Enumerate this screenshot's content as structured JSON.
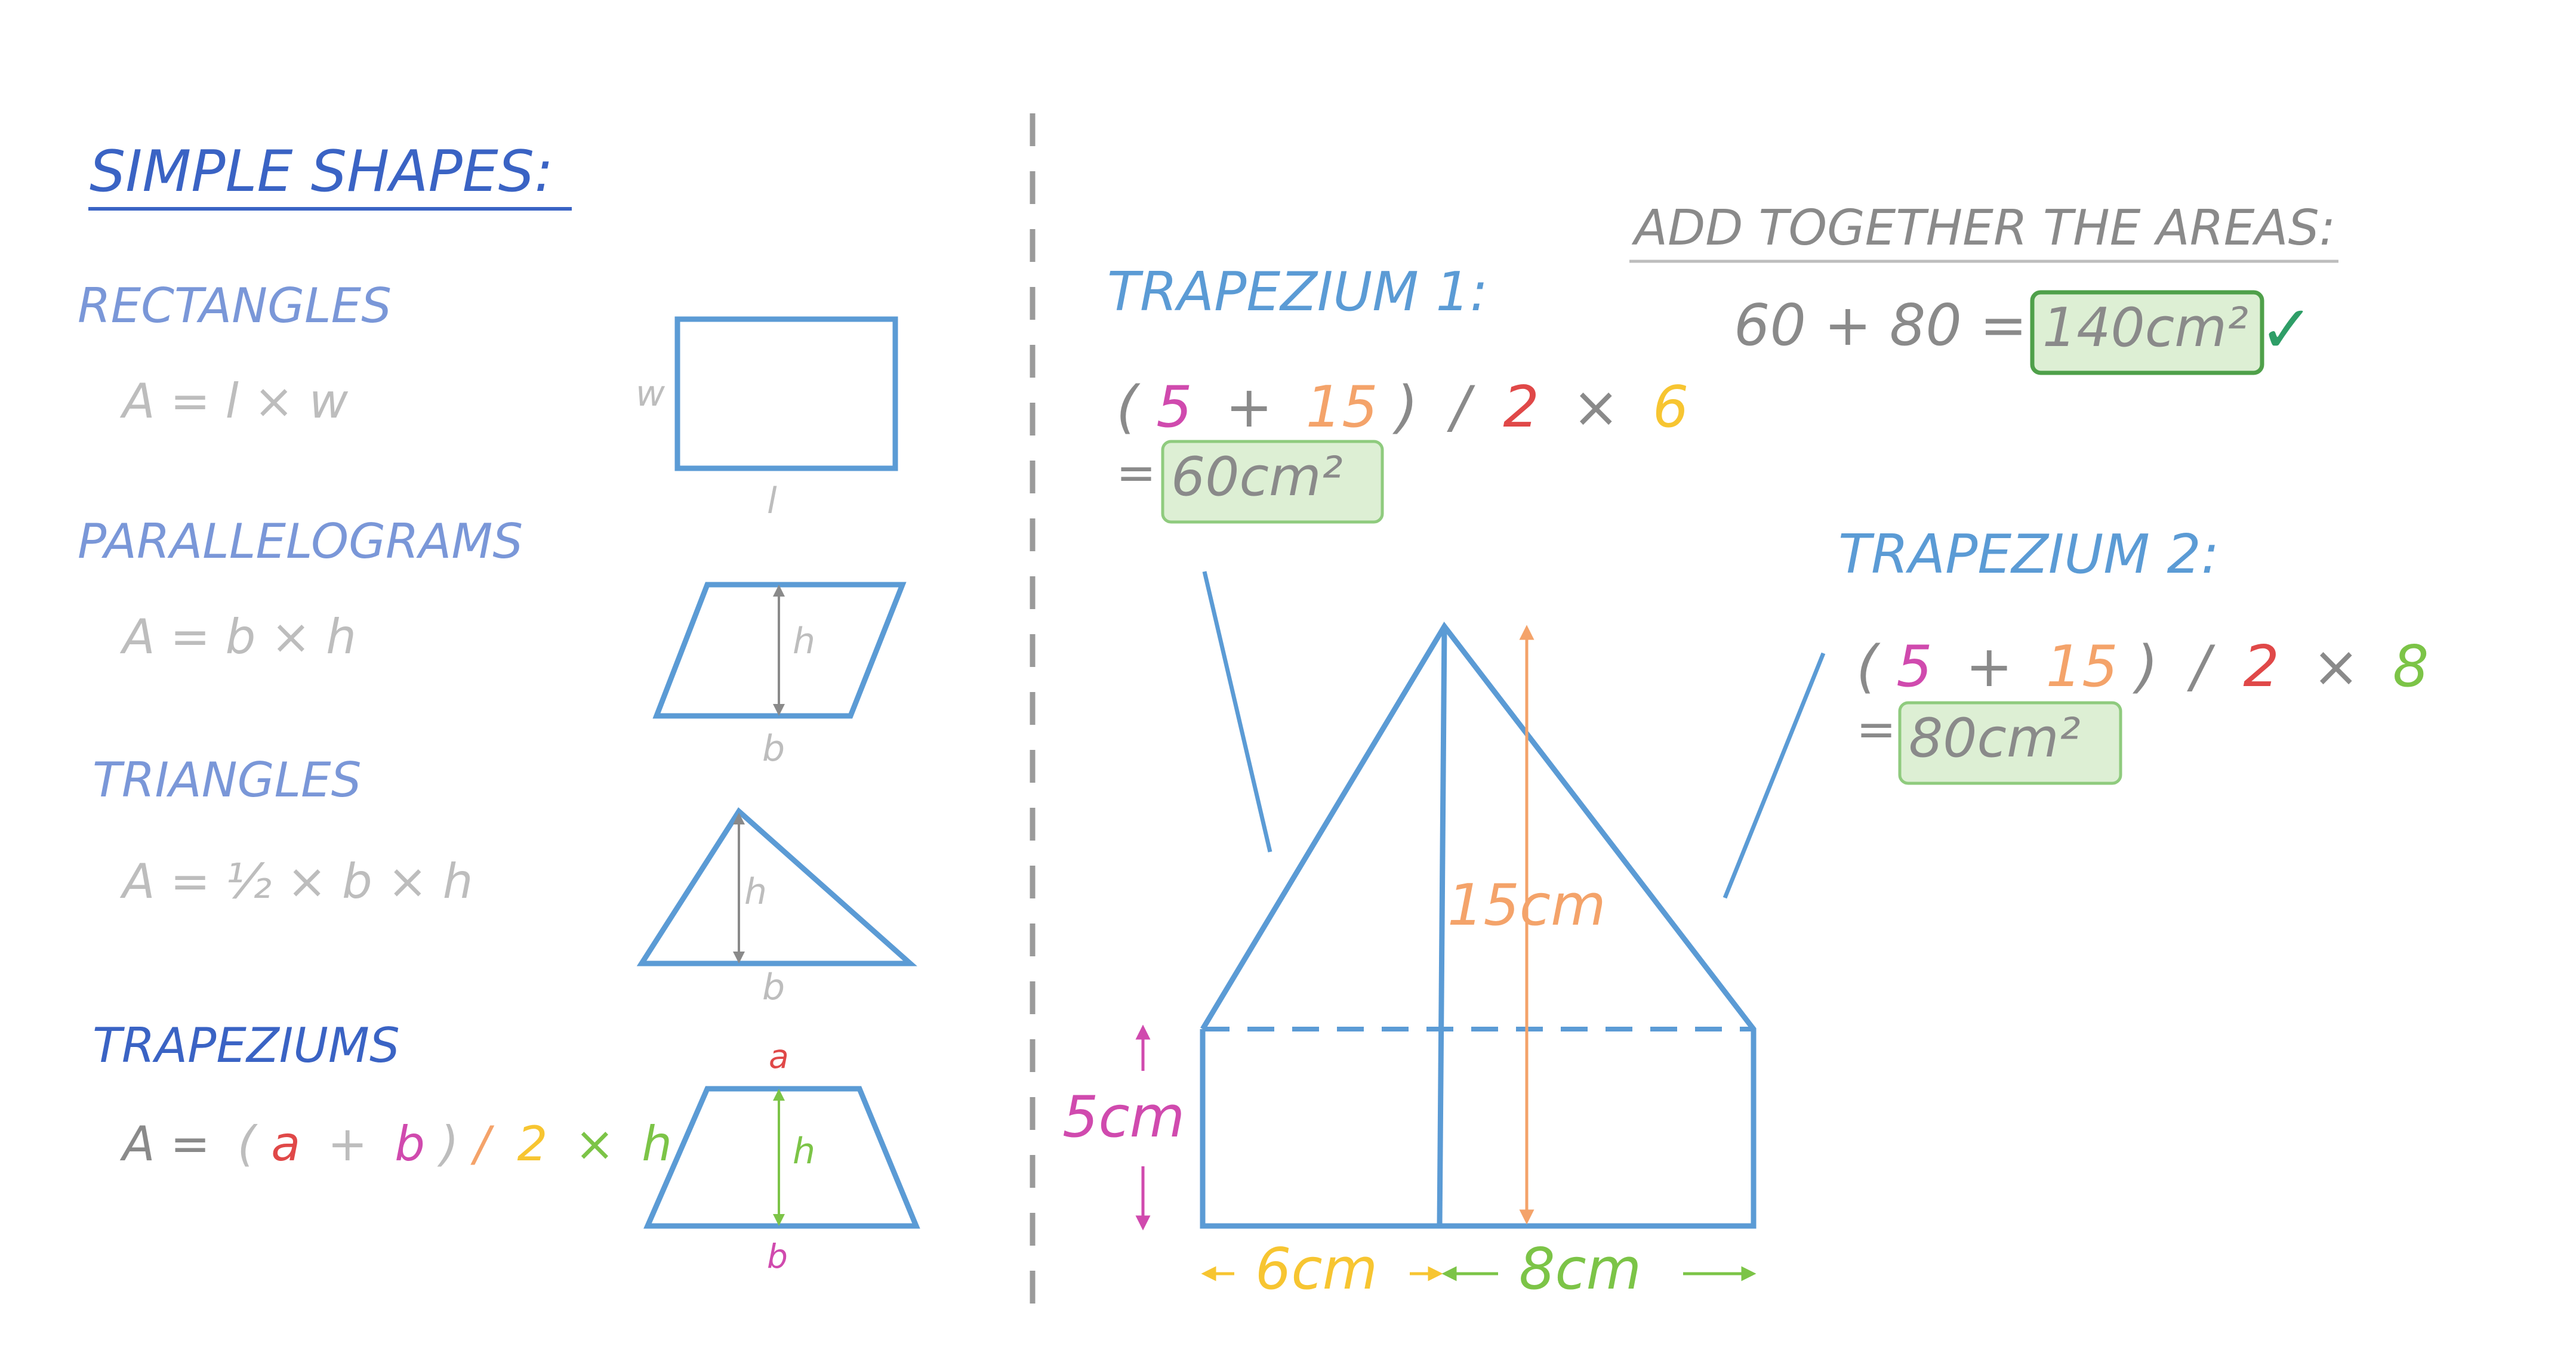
{
  "colors": {
    "blue": "#5B9BD5",
    "heading_blue": "#3A63C4",
    "label_blue": "#7A97D8",
    "grey_light": "#BDBDBD",
    "grey": "#8A8A8A",
    "red": "#E04848",
    "pink": "#D04AAE",
    "orange": "#F4A36A",
    "yellow": "#F7C531",
    "green": "#7CC447",
    "box_fill": "#DDEFD4",
    "box_stroke": "#8FCB7E",
    "final_box_stroke": "#4FA04A",
    "check": "#2E9E67"
  },
  "left": {
    "title": "SIMPLE  SHAPES:",
    "rectangles": {
      "label": "RECTANGLES",
      "formula": "A = l × w",
      "w": "w",
      "l": "l"
    },
    "parallelograms": {
      "label": "PARALLELOGRAMS",
      "formula": "A = b × h",
      "h": "h",
      "b": "b"
    },
    "triangles": {
      "label": "TRIANGLES",
      "formula": "A = ½ × b × h",
      "h": "h",
      "b": "b"
    },
    "trapeziums": {
      "label": "TRAPEZIUMS",
      "formula": {
        "a_eq": "A =",
        "open": "(",
        "a": "a",
        "plus": "+",
        "b": "b",
        "close": ")",
        "slash": "/",
        "two": "2",
        "times": "×",
        "h": "h"
      },
      "top": "a",
      "height": "h",
      "bottom": "b"
    }
  },
  "right": {
    "trap1": {
      "title": "TRAPEZIUM 1:",
      "calc": {
        "open": "(",
        "a": "5",
        "plus": "+",
        "b": "15",
        "close": ")",
        "slash": "/",
        "two": "2",
        "times": "×",
        "h": "6"
      },
      "eq": "=",
      "result": "60cm²"
    },
    "trap2": {
      "title": "TRAPEZIUM 2:",
      "calc": {
        "open": "(",
        "a": "5",
        "plus": "+",
        "b": "15",
        "close": ")",
        "slash": "/",
        "two": "2",
        "times": "×",
        "h": "8"
      },
      "eq": "=",
      "result": "80cm²"
    },
    "total": {
      "heading": "ADD TOGETHER THE AREAS:",
      "sum": "60 + 80 =",
      "result": "140cm²",
      "check": "✓"
    },
    "dims": {
      "left_height": "5cm",
      "apex_height": "15cm",
      "left_width": "6cm",
      "right_width": "8cm"
    }
  }
}
